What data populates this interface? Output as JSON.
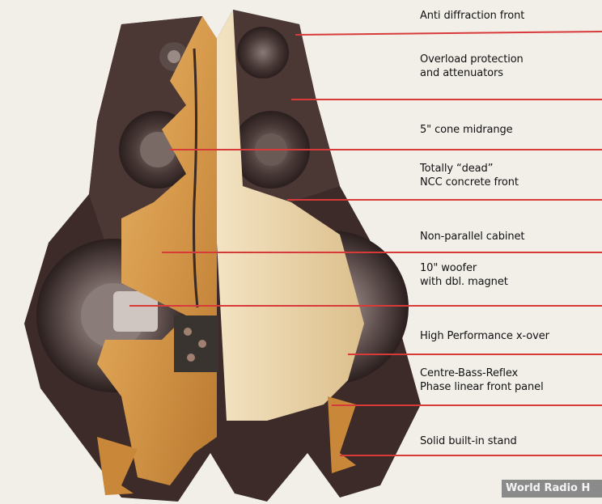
{
  "labels": [
    {
      "id": "anti-diffraction",
      "lines": [
        "Anti diffraction front"
      ]
    },
    {
      "id": "overload-protection",
      "lines": [
        "Overload protection",
        "and attenuators"
      ]
    },
    {
      "id": "midrange",
      "lines": [
        "5\" cone midrange"
      ]
    },
    {
      "id": "concrete-front",
      "lines": [
        "Totally “dead”",
        "NCC concrete front"
      ]
    },
    {
      "id": "non-parallel-cabinet",
      "lines": [
        "Non-parallel cabinet"
      ]
    },
    {
      "id": "woofer",
      "lines": [
        "10\" woofer",
        "with dbl. magnet"
      ]
    },
    {
      "id": "x-over",
      "lines": [
        "High Performance x-over"
      ]
    },
    {
      "id": "bass-reflex",
      "lines": [
        "Centre-Bass-Reflex",
        "Phase linear front panel"
      ]
    },
    {
      "id": "stand",
      "lines": [
        "Solid built-in stand"
      ]
    }
  ],
  "watermark": "World Radio H",
  "colors": {
    "background": "#f2efe9",
    "leader_line": "#d83a3a",
    "wood": "#d9a35a",
    "concrete": "#3a2a28",
    "cabinet_interior": "#e8d2a8"
  }
}
